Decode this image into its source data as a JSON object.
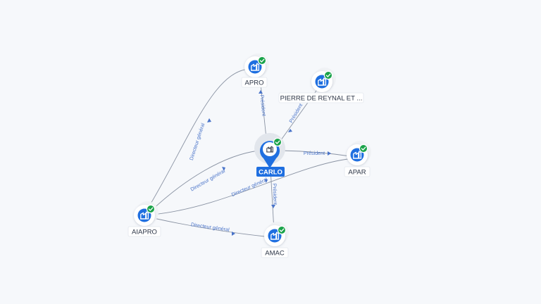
{
  "nodes": {
    "center": {
      "label": "CARLO",
      "icon": "building-icon",
      "badge": "verified-check-icon"
    },
    "apro": {
      "label": "APRO",
      "icon": "building-icon",
      "badge": "verified-check-icon"
    },
    "pierre": {
      "label": "PIERRE DE REYNAL ET ...",
      "icon": "building-icon",
      "badge": "verified-check-icon"
    },
    "apar": {
      "label": "APAR",
      "icon": "building-icon",
      "badge": "verified-check-icon"
    },
    "aiapro": {
      "label": "AIAPRO",
      "icon": "building-icon",
      "badge": "verified-check-icon"
    },
    "amac": {
      "label": "AMAC",
      "icon": "building-icon",
      "badge": "verified-check-icon"
    }
  },
  "edges": {
    "center_apro": "Président",
    "center_pierre": "Président",
    "center_apar": "Président",
    "center_amac": "Président",
    "aiapro_apro": "Directeur général",
    "aiapro_center": "Directeur général",
    "aiapro_apar": "Directeur général",
    "aiapro_amac": "Directeur général"
  },
  "colors": {
    "accent": "#1f6fe0",
    "check": "#1aa34a",
    "edge": "#8a93a3",
    "edge_label": "#4a74c9",
    "background": "#f6f8fb"
  }
}
